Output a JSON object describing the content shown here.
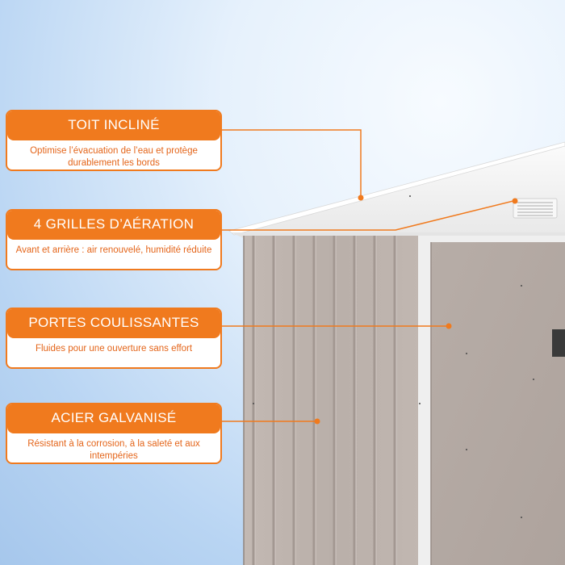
{
  "features": [
    {
      "title": "TOIT INCLINÉ",
      "desc": "Optimise l’évacuation de l’eau et protège durablement les bords"
    },
    {
      "title": "4 GRILLES D’AÉRATION",
      "desc": "Avant et arrière : air renouvelé, humidité réduite"
    },
    {
      "title": "PORTES COULISSANTES",
      "desc": "Fluides pour une ouverture sans effort"
    },
    {
      "title": "ACIER GALVANISÉ",
      "desc": "Résistant à la corrosion, à la saleté et aux intempéries"
    }
  ],
  "colors": {
    "accent": "#f07a1e",
    "accent_text": "#e4651a",
    "shed_panel": "#bdb3ad",
    "door": "#b5aba5",
    "roof": "#f2f2f2"
  }
}
